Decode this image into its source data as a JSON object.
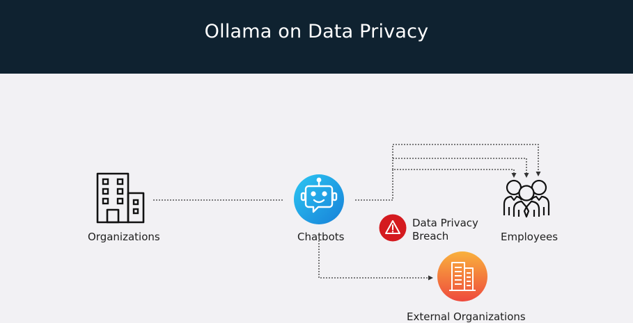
{
  "header": {
    "title": "Ollama on Data Privacy"
  },
  "nodes": {
    "organizations": {
      "label": "Organizations",
      "icon": "office-building-icon"
    },
    "chatbots": {
      "label": "Chatbots",
      "icon": "robot-icon"
    },
    "employees": {
      "label": "Employees",
      "icon": "people-group-icon"
    },
    "breach": {
      "line1": "Data Privacy",
      "line2": "Breach",
      "icon": "warning-icon"
    },
    "external": {
      "label": "External Organizations",
      "icon": "external-building-icon"
    }
  },
  "colors": {
    "header_bg": "#0f2230",
    "background": "#f2f1f4",
    "chatbot_gradient": [
      "#2cc6f2",
      "#1780d8"
    ],
    "breach_red": "#d41a1f",
    "external_gradient": [
      "#f9b13d",
      "#ee4a3d"
    ],
    "line": "#333333"
  }
}
